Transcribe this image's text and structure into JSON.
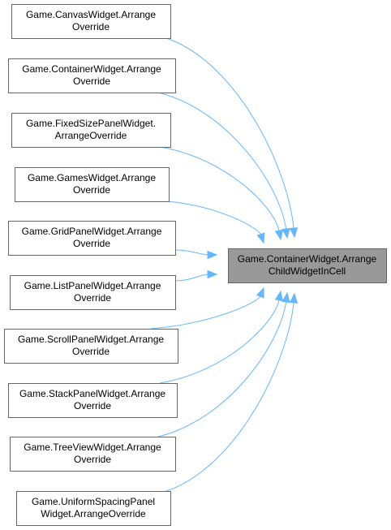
{
  "graph": {
    "target": {
      "lines": [
        "Game.ContainerWidget.Arrange",
        "ChildWidgetInCell"
      ]
    },
    "callers": [
      {
        "id": "canvas-widget",
        "lines": [
          "Game.CanvasWidget.Arrange",
          "Override"
        ]
      },
      {
        "id": "container-widget",
        "lines": [
          "Game.ContainerWidget.Arrange",
          "Override"
        ]
      },
      {
        "id": "fixed-size-panel-widget",
        "lines": [
          "Game.FixedSizePanelWidget.",
          "ArrangeOverride"
        ]
      },
      {
        "id": "games-widget",
        "lines": [
          "Game.GamesWidget.Arrange",
          "Override"
        ]
      },
      {
        "id": "grid-panel-widget",
        "lines": [
          "Game.GridPanelWidget.Arrange",
          "Override"
        ]
      },
      {
        "id": "list-panel-widget",
        "lines": [
          "Game.ListPanelWidget.Arrange",
          "Override"
        ]
      },
      {
        "id": "scroll-panel-widget",
        "lines": [
          "Game.ScrollPanelWidget.Arrange",
          "Override"
        ]
      },
      {
        "id": "stack-panel-widget",
        "lines": [
          "Game.StackPanelWidget.Arrange",
          "Override"
        ]
      },
      {
        "id": "tree-view-widget",
        "lines": [
          "Game.TreeViewWidget.Arrange",
          "Override"
        ]
      },
      {
        "id": "uniform-spacing-panel-widget",
        "lines": [
          "Game.UniformSpacingPanel",
          "Widget.ArrangeOverride"
        ]
      }
    ],
    "colors": {
      "edge": "#63b8ff",
      "target_fill": "#999999",
      "node_border": "#666666",
      "node_fill": "#ffffff"
    }
  }
}
